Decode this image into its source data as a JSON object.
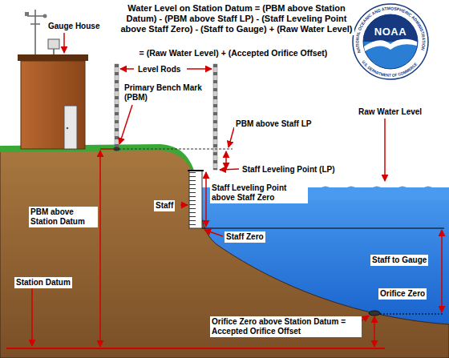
{
  "diagram": {
    "labels": [
      "Water Level on Station Datum = (PBM above Station Datum) - (PBM above Staff LP) - (Staff Leveling Point above Staff Zero) - (Staff to Gauge) + (Raw Water Level)",
      "= (Raw Water Level) + (Accepted Orifice Offset)",
      "NOAA",
      "NATIONAL OCEANIC AND ATMOSPHERIC ADMINISTRATION",
      "U.S. DEPARTMENT OF COMMERCE",
      "Gauge House",
      "Level Rods",
      "Primary Bench Mark (PBM)",
      "PBM above Staff LP",
      "Raw Water Level",
      "Staff Leveling Point (LP)",
      "Staff Leveling Point above Staff Zero",
      "Staff",
      "PBM above Station Datum",
      "Staff Zero",
      "Staff to Gauge",
      "Orifice Zero",
      "Orifice Zero above Station Datum = Accepted Orifice Offset",
      "Station Datum"
    ]
  }
}
